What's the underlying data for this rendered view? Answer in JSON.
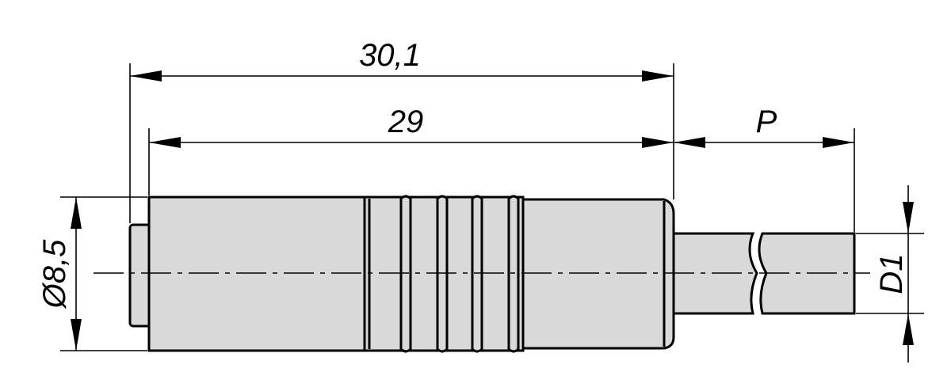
{
  "colors": {
    "part_fill": "#d9d9d9",
    "line": "#000000",
    "background": "#ffffff"
  },
  "dimensions": {
    "overall_length": "30,1",
    "body_length": "29",
    "cable_length": "P",
    "body_diameter": "Ø8,5",
    "cable_diameter": "D1"
  }
}
